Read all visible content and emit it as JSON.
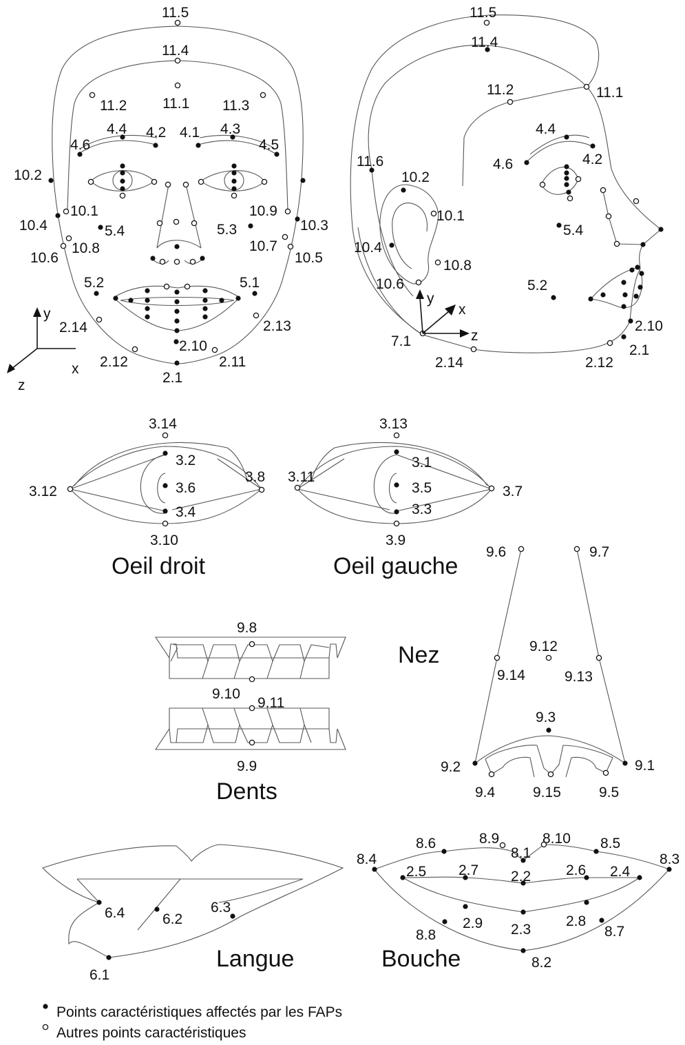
{
  "figure": "MPEG-4 facial feature points",
  "legend": {
    "filled": "Points caractéristiques affectés par les FAPs",
    "open": "Autres points caractéristiques"
  },
  "panel_titles": {
    "right_eye": "Oeil droit",
    "left_eye": "Oeil gauche",
    "nose": "Nez",
    "teeth": "Dents",
    "tongue": "Langue",
    "mouth": "Bouche"
  },
  "axes": {
    "front": {
      "y": "y",
      "x": "x",
      "z": "z"
    },
    "profile": {
      "y": "y",
      "x": "x",
      "z": "z"
    }
  },
  "front_view": {
    "labels": [
      "11.5",
      "11.4",
      "11.2",
      "11.1",
      "11.3",
      "4.4",
      "4.2",
      "4.1",
      "4.3",
      "4.6",
      "4.5",
      "10.2",
      "10.1",
      "10.4",
      "5.4",
      "10.8",
      "10.6",
      "10.9",
      "10.3",
      "5.3",
      "10.7",
      "10.5",
      "5.2",
      "5.1",
      "2.14",
      "2.13",
      "2.10",
      "2.12",
      "2.11",
      "2.1"
    ]
  },
  "profile_view": {
    "labels": [
      "11.5",
      "11.4",
      "11.2",
      "11.1",
      "4.4",
      "4.6",
      "4.2",
      "11.6",
      "10.2",
      "10.1",
      "5.4",
      "10.4",
      "10.8",
      "10.6",
      "5.2",
      "2.10",
      "7.1",
      "2.1",
      "2.14",
      "2.12"
    ]
  },
  "right_eye": {
    "labels": [
      "3.14",
      "3.2",
      "3.8",
      "3.12",
      "3.6",
      "3.4",
      "3.10"
    ]
  },
  "left_eye": {
    "labels": [
      "3.13",
      "3.1",
      "3.11",
      "3.5",
      "3.7",
      "3.3",
      "3.9"
    ]
  },
  "nose": {
    "labels": [
      "9.6",
      "9.7",
      "9.12",
      "9.14",
      "9.13",
      "9.3",
      "9.2",
      "9.1",
      "9.4",
      "9.15",
      "9.5"
    ]
  },
  "teeth": {
    "labels": [
      "9.8",
      "9.10",
      "9.11",
      "9.9"
    ]
  },
  "tongue": {
    "labels": [
      "6.4",
      "6.2",
      "6.3",
      "6.1"
    ]
  },
  "mouth": {
    "labels": [
      "8.6",
      "8.9",
      "8.1",
      "8.10",
      "8.5",
      "8.4",
      "8.3",
      "2.5",
      "2.7",
      "2.2",
      "2.6",
      "2.4",
      "8.8",
      "2.9",
      "2.3",
      "2.8",
      "8.7",
      "8.2"
    ]
  }
}
